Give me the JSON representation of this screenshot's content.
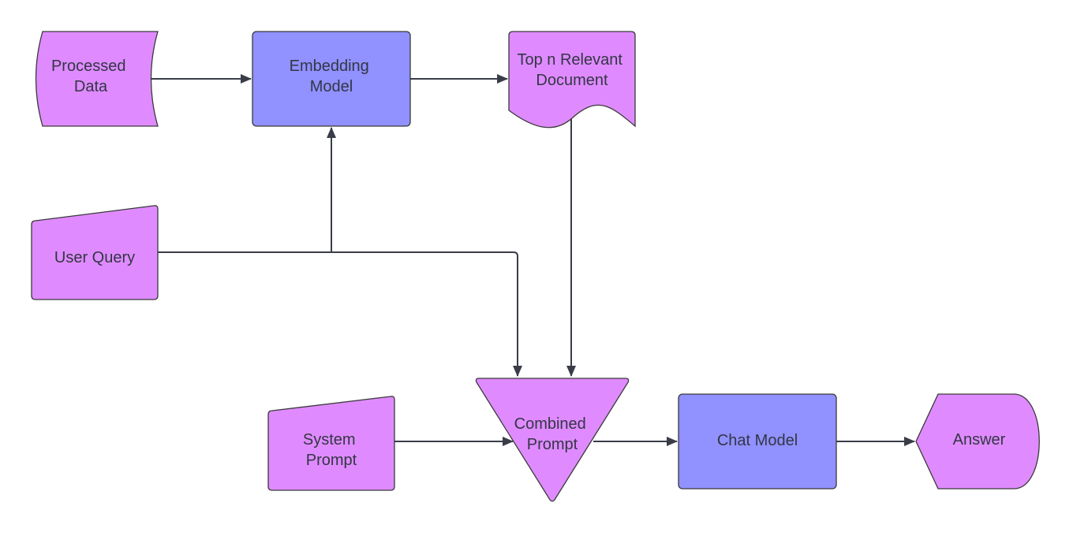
{
  "colors": {
    "data_node": "#df8bff",
    "model_node": "#9191ff",
    "connector": "#3a3d48",
    "text": "#333645"
  },
  "nodes": {
    "processed_data": {
      "shape": "stored-data",
      "lines": [
        "Processed",
        "Data"
      ]
    },
    "embedding_model": {
      "shape": "rounded-rectangle",
      "lines": [
        "Embedding",
        "Model"
      ]
    },
    "top_n_relevant_document": {
      "shape": "document",
      "lines": [
        "Top n Relevant",
        "Document"
      ]
    },
    "user_query": {
      "shape": "manual-input",
      "lines": [
        "User Query"
      ]
    },
    "system_prompt": {
      "shape": "manual-input",
      "lines": [
        "System",
        "Prompt"
      ]
    },
    "combined_prompt": {
      "shape": "merge-triangle",
      "lines": [
        "Combined",
        "Prompt"
      ]
    },
    "chat_model": {
      "shape": "rounded-rectangle",
      "lines": [
        "Chat Model"
      ]
    },
    "answer": {
      "shape": "display",
      "lines": [
        "Answer"
      ]
    }
  },
  "connections": [
    {
      "from": "processed_data",
      "to": "embedding_model"
    },
    {
      "from": "embedding_model",
      "to": "top_n_relevant_document"
    },
    {
      "from": "user_query",
      "to": "embedding_model"
    },
    {
      "from": "user_query",
      "to": "combined_prompt"
    },
    {
      "from": "top_n_relevant_document",
      "to": "combined_prompt"
    },
    {
      "from": "system_prompt",
      "to": "combined_prompt"
    },
    {
      "from": "combined_prompt",
      "to": "chat_model"
    },
    {
      "from": "chat_model",
      "to": "answer"
    }
  ]
}
